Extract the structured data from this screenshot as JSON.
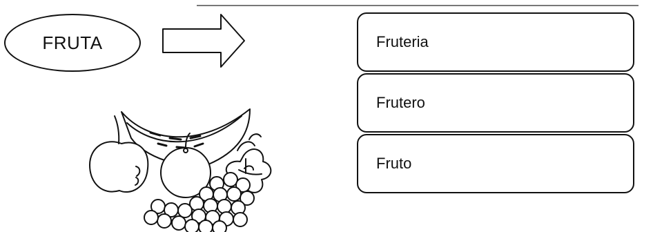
{
  "main_word": "FRUTA",
  "arrow_icon": "right-arrow-icon",
  "illustration": "fruit-illustration",
  "derived_words": [
    {
      "label": "Fruteria"
    },
    {
      "label": "Frutero"
    },
    {
      "label": "Fruto"
    }
  ]
}
